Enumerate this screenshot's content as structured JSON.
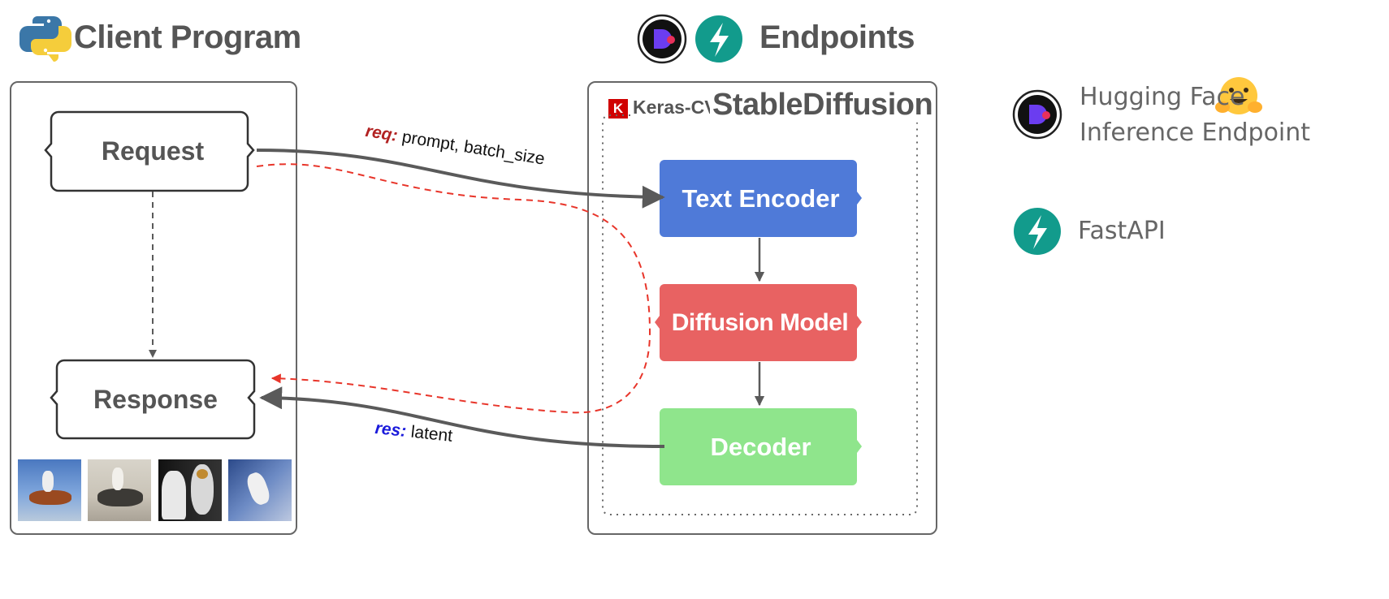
{
  "client": {
    "title": "Client Program",
    "request_label": "Request",
    "response_label": "Response",
    "thumbnails": [
      {
        "name": "astronaut-riding-horse-thumbnail"
      },
      {
        "name": "astronaut-riding-horse-sepia-thumbnail"
      },
      {
        "name": "astronaut-with-horse-thumbnail"
      },
      {
        "name": "astronaut-floating-thumbnail"
      }
    ]
  },
  "endpoints": {
    "title": "Endpoints",
    "keras_cv_label": "Keras-CV",
    "keras_k": "K",
    "stable_diffusion_label": "StableDiffusion",
    "text_encoder_label": "Text Encoder",
    "diffusion_model_label": "Diffusion Model",
    "decoder_label": "Decoder"
  },
  "arrows": {
    "req_key": "req:",
    "req_value": " prompt, batch_size",
    "res_key": "res:",
    "res_value": " latent"
  },
  "legend": {
    "hf_line1": "Hugging Face",
    "hf_line2": "Inference Endpoint",
    "fastapi_label": "FastAPI"
  },
  "colors": {
    "text_encoder": "#4f7ad8",
    "diffusion_model": "#e86262",
    "decoder": "#8fe58c",
    "fastapi": "#129b8c",
    "req_key": "#b22222",
    "res_key": "#1a1adb",
    "dashed_return": "#e8352a",
    "arrow": "#5a5a5a"
  },
  "icons": {
    "python": "python-logo-icon",
    "hugging_face_endpoint": "hugging-face-endpoint-icon",
    "fastapi": "fastapi-icon",
    "hugging_face_emoji": "hugging-face-emoji-icon",
    "keras": "keras-logo-icon"
  }
}
